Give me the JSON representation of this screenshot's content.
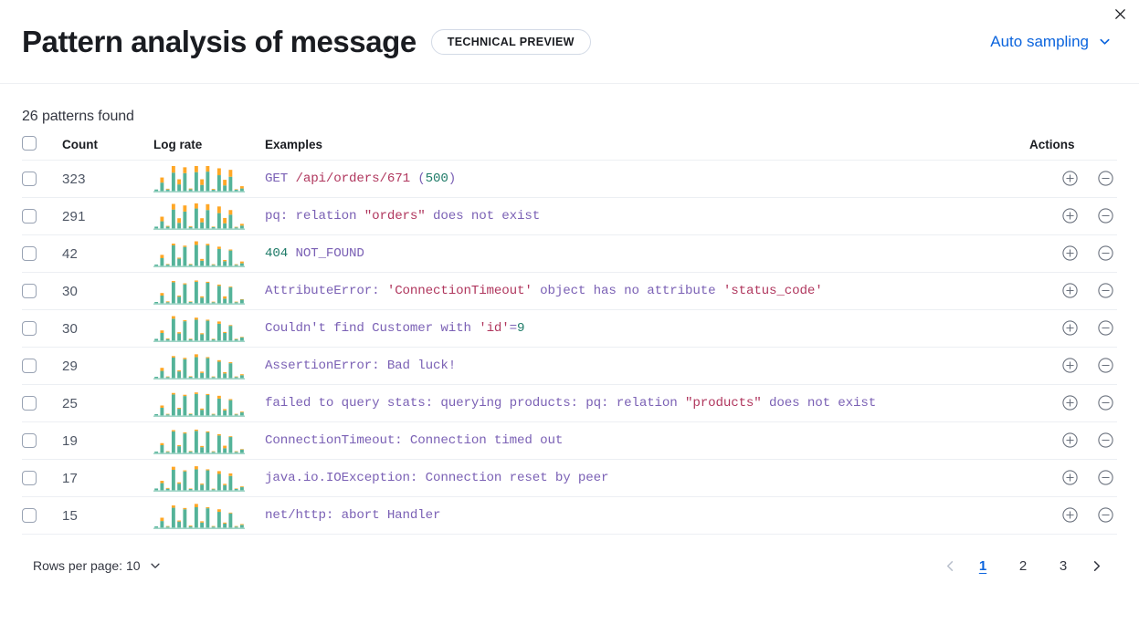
{
  "header": {
    "title": "Pattern analysis of message",
    "badge": "TECHNICAL PREVIEW",
    "sampling_label": "Auto sampling",
    "sampling_icon": "chevron-down-icon",
    "close_icon": "close-icon"
  },
  "summary": {
    "patterns_found": "26 patterns found"
  },
  "table": {
    "columns": {
      "select": "",
      "count": "Count",
      "log_rate": "Log rate",
      "examples": "Examples",
      "actions": "Actions"
    },
    "row_action_icons": [
      "circle-plus-icon",
      "circle-minus-icon"
    ],
    "rows": [
      {
        "count": "323",
        "example_plain": "GET /api/orders/671 (500)",
        "example_tokens": [
          {
            "t": "GET ",
            "c": "d"
          },
          {
            "t": "/api/orders/671",
            "c": "s"
          },
          {
            "t": " (",
            "c": "d"
          },
          {
            "t": "500",
            "c": "n"
          },
          {
            "t": ")",
            "c": "d"
          }
        ],
        "spark": [
          {
            "teal": 0.06,
            "orange": 0.0
          },
          {
            "teal": 0.33,
            "orange": 0.2
          },
          {
            "teal": 0.06,
            "orange": 0.03
          },
          {
            "teal": 0.72,
            "orange": 0.26
          },
          {
            "teal": 0.26,
            "orange": 0.2
          },
          {
            "teal": 0.7,
            "orange": 0.23
          },
          {
            "teal": 0.07,
            "orange": 0.03
          },
          {
            "teal": 0.74,
            "orange": 0.24
          },
          {
            "teal": 0.24,
            "orange": 0.22
          },
          {
            "teal": 0.76,
            "orange": 0.22
          },
          {
            "teal": 0.05,
            "orange": 0.03
          },
          {
            "teal": 0.62,
            "orange": 0.27
          },
          {
            "teal": 0.22,
            "orange": 0.22
          },
          {
            "teal": 0.56,
            "orange": 0.27
          },
          {
            "teal": 0.05,
            "orange": 0.02
          },
          {
            "teal": 0.1,
            "orange": 0.09
          }
        ]
      },
      {
        "count": "291",
        "example_plain": "pq: relation \"orders\" does not exist",
        "example_tokens": [
          {
            "t": "pq: relation ",
            "c": "d"
          },
          {
            "t": "\"orders\"",
            "c": "s"
          },
          {
            "t": " does not exist",
            "c": "d"
          }
        ],
        "spark": [
          {
            "teal": 0.07,
            "orange": 0.0
          },
          {
            "teal": 0.28,
            "orange": 0.18
          },
          {
            "teal": 0.07,
            "orange": 0.03
          },
          {
            "teal": 0.74,
            "orange": 0.22
          },
          {
            "teal": 0.22,
            "orange": 0.18
          },
          {
            "teal": 0.66,
            "orange": 0.24
          },
          {
            "teal": 0.06,
            "orange": 0.03
          },
          {
            "teal": 0.78,
            "orange": 0.2
          },
          {
            "teal": 0.24,
            "orange": 0.16
          },
          {
            "teal": 0.72,
            "orange": 0.23
          },
          {
            "teal": 0.05,
            "orange": 0.02
          },
          {
            "teal": 0.6,
            "orange": 0.26
          },
          {
            "teal": 0.2,
            "orange": 0.21
          },
          {
            "teal": 0.54,
            "orange": 0.18
          },
          {
            "teal": 0.04,
            "orange": 0.02
          },
          {
            "teal": 0.11,
            "orange": 0.07
          }
        ]
      },
      {
        "count": "42",
        "example_plain": "404 NOT_FOUND",
        "example_tokens": [
          {
            "t": "404",
            "c": "n"
          },
          {
            "t": " NOT_FOUND",
            "c": "d"
          }
        ],
        "spark": [
          {
            "teal": 0.05,
            "orange": 0.0
          },
          {
            "teal": 0.3,
            "orange": 0.13
          },
          {
            "teal": 0.05,
            "orange": 0.02
          },
          {
            "teal": 0.8,
            "orange": 0.07
          },
          {
            "teal": 0.28,
            "orange": 0.04
          },
          {
            "teal": 0.74,
            "orange": 0.05
          },
          {
            "teal": 0.05,
            "orange": 0.02
          },
          {
            "teal": 0.82,
            "orange": 0.14
          },
          {
            "teal": 0.2,
            "orange": 0.07
          },
          {
            "teal": 0.8,
            "orange": 0.06
          },
          {
            "teal": 0.04,
            "orange": 0.02
          },
          {
            "teal": 0.66,
            "orange": 0.09
          },
          {
            "teal": 0.18,
            "orange": 0.05
          },
          {
            "teal": 0.6,
            "orange": 0.04
          },
          {
            "teal": 0.04,
            "orange": 0.02
          },
          {
            "teal": 0.1,
            "orange": 0.07
          }
        ]
      },
      {
        "count": "30",
        "example_plain": "AttributeError: 'ConnectionTimeout' object has no attribute 'status_code'",
        "example_tokens": [
          {
            "t": "AttributeError: ",
            "c": "d"
          },
          {
            "t": "'ConnectionTimeout'",
            "c": "s"
          },
          {
            "t": " object has no attribute ",
            "c": "d"
          },
          {
            "t": "'status_code'",
            "c": "s"
          }
        ],
        "spark": [
          {
            "teal": 0.05,
            "orange": 0.0
          },
          {
            "teal": 0.3,
            "orange": 0.1
          },
          {
            "teal": 0.04,
            "orange": 0.03
          },
          {
            "teal": 0.82,
            "orange": 0.05
          },
          {
            "teal": 0.26,
            "orange": 0.04
          },
          {
            "teal": 0.74,
            "orange": 0.04
          },
          {
            "teal": 0.05,
            "orange": 0.02
          },
          {
            "teal": 0.84,
            "orange": 0.05
          },
          {
            "teal": 0.22,
            "orange": 0.05
          },
          {
            "teal": 0.8,
            "orange": 0.04
          },
          {
            "teal": 0.04,
            "orange": 0.02
          },
          {
            "teal": 0.68,
            "orange": 0.05
          },
          {
            "teal": 0.18,
            "orange": 0.09
          },
          {
            "teal": 0.62,
            "orange": 0.03
          },
          {
            "teal": 0.04,
            "orange": 0.02
          },
          {
            "teal": 0.14,
            "orange": 0.02
          }
        ]
      },
      {
        "count": "30",
        "example_plain": "Couldn't find Customer with 'id'=9",
        "example_tokens": [
          {
            "t": "Couldn't find Customer with ",
            "c": "d"
          },
          {
            "t": "'id'",
            "c": "s"
          },
          {
            "t": "=",
            "c": "d"
          },
          {
            "t": "9",
            "c": "n"
          }
        ],
        "spark": [
          {
            "teal": 0.07,
            "orange": 0.0
          },
          {
            "teal": 0.3,
            "orange": 0.1
          },
          {
            "teal": 0.06,
            "orange": 0.03
          },
          {
            "teal": 0.86,
            "orange": 0.1
          },
          {
            "teal": 0.28,
            "orange": 0.05
          },
          {
            "teal": 0.76,
            "orange": 0.04
          },
          {
            "teal": 0.06,
            "orange": 0.02
          },
          {
            "teal": 0.82,
            "orange": 0.08
          },
          {
            "teal": 0.25,
            "orange": 0.04
          },
          {
            "teal": 0.78,
            "orange": 0.04
          },
          {
            "teal": 0.05,
            "orange": 0.02
          },
          {
            "teal": 0.66,
            "orange": 0.09
          },
          {
            "teal": 0.3,
            "orange": 0.04
          },
          {
            "teal": 0.58,
            "orange": 0.03
          },
          {
            "teal": 0.05,
            "orange": 0.02
          },
          {
            "teal": 0.13,
            "orange": 0.02
          }
        ]
      },
      {
        "count": "29",
        "example_plain": "AssertionError: Bad luck!",
        "example_tokens": [
          {
            "t": "AssertionError: Bad luck!",
            "c": "d"
          }
        ],
        "spark": [
          {
            "teal": 0.05,
            "orange": 0.0
          },
          {
            "teal": 0.28,
            "orange": 0.12
          },
          {
            "teal": 0.04,
            "orange": 0.02
          },
          {
            "teal": 0.8,
            "orange": 0.06
          },
          {
            "teal": 0.26,
            "orange": 0.04
          },
          {
            "teal": 0.74,
            "orange": 0.05
          },
          {
            "teal": 0.05,
            "orange": 0.02
          },
          {
            "teal": 0.82,
            "orange": 0.11
          },
          {
            "teal": 0.2,
            "orange": 0.05
          },
          {
            "teal": 0.78,
            "orange": 0.04
          },
          {
            "teal": 0.04,
            "orange": 0.02
          },
          {
            "teal": 0.64,
            "orange": 0.06
          },
          {
            "teal": 0.18,
            "orange": 0.05
          },
          {
            "teal": 0.58,
            "orange": 0.04
          },
          {
            "teal": 0.04,
            "orange": 0.02
          },
          {
            "teal": 0.11,
            "orange": 0.04
          }
        ]
      },
      {
        "count": "25",
        "example_plain": "failed to query stats: querying products: pq: relation \"products\" does not exist",
        "example_tokens": [
          {
            "t": "failed to query stats: querying products: pq: relation ",
            "c": "d"
          },
          {
            "t": "\"products\"",
            "c": "s"
          },
          {
            "t": " does not exist",
            "c": "d"
          }
        ],
        "spark": [
          {
            "teal": 0.05,
            "orange": 0.0
          },
          {
            "teal": 0.3,
            "orange": 0.09
          },
          {
            "teal": 0.04,
            "orange": 0.02
          },
          {
            "teal": 0.82,
            "orange": 0.06
          },
          {
            "teal": 0.26,
            "orange": 0.04
          },
          {
            "teal": 0.76,
            "orange": 0.05
          },
          {
            "teal": 0.05,
            "orange": 0.02
          },
          {
            "teal": 0.84,
            "orange": 0.06
          },
          {
            "teal": 0.22,
            "orange": 0.05
          },
          {
            "teal": 0.8,
            "orange": 0.04
          },
          {
            "teal": 0.04,
            "orange": 0.02
          },
          {
            "teal": 0.66,
            "orange": 0.11
          },
          {
            "teal": 0.2,
            "orange": 0.05
          },
          {
            "teal": 0.6,
            "orange": 0.04
          },
          {
            "teal": 0.04,
            "orange": 0.02
          },
          {
            "teal": 0.12,
            "orange": 0.03
          }
        ]
      },
      {
        "count": "19",
        "example_plain": "ConnectionTimeout: Connection timed out",
        "example_tokens": [
          {
            "t": "ConnectionTimeout: Connection timed out",
            "c": "d"
          }
        ],
        "spark": [
          {
            "teal": 0.05,
            "orange": 0.0
          },
          {
            "teal": 0.3,
            "orange": 0.08
          },
          {
            "teal": 0.04,
            "orange": 0.02
          },
          {
            "teal": 0.84,
            "orange": 0.05
          },
          {
            "teal": 0.26,
            "orange": 0.04
          },
          {
            "teal": 0.76,
            "orange": 0.04
          },
          {
            "teal": 0.05,
            "orange": 0.02
          },
          {
            "teal": 0.86,
            "orange": 0.05
          },
          {
            "teal": 0.22,
            "orange": 0.05
          },
          {
            "teal": 0.8,
            "orange": 0.04
          },
          {
            "teal": 0.04,
            "orange": 0.02
          },
          {
            "teal": 0.68,
            "orange": 0.05
          },
          {
            "teal": 0.18,
            "orange": 0.1
          },
          {
            "teal": 0.62,
            "orange": 0.03
          },
          {
            "teal": 0.04,
            "orange": 0.02
          },
          {
            "teal": 0.13,
            "orange": 0.02
          }
        ]
      },
      {
        "count": "17",
        "example_plain": "java.io.IOException: Connection reset by peer",
        "example_tokens": [
          {
            "t": "java.io.IOException: Connection reset by peer",
            "c": "d"
          }
        ],
        "spark": [
          {
            "teal": 0.07,
            "orange": 0.0
          },
          {
            "teal": 0.28,
            "orange": 0.09
          },
          {
            "teal": 0.06,
            "orange": 0.03
          },
          {
            "teal": 0.8,
            "orange": 0.12
          },
          {
            "teal": 0.26,
            "orange": 0.05
          },
          {
            "teal": 0.74,
            "orange": 0.04
          },
          {
            "teal": 0.05,
            "orange": 0.02
          },
          {
            "teal": 0.82,
            "orange": 0.12
          },
          {
            "teal": 0.22,
            "orange": 0.04
          },
          {
            "teal": 0.78,
            "orange": 0.04
          },
          {
            "teal": 0.04,
            "orange": 0.02
          },
          {
            "teal": 0.64,
            "orange": 0.11
          },
          {
            "teal": 0.2,
            "orange": 0.05
          },
          {
            "teal": 0.56,
            "orange": 0.1
          },
          {
            "teal": 0.05,
            "orange": 0.02
          },
          {
            "teal": 0.12,
            "orange": 0.03
          }
        ]
      },
      {
        "count": "15",
        "example_plain": "net/http: abort Handler",
        "example_tokens": [
          {
            "t": "net/http: abort Handler",
            "c": "d"
          }
        ],
        "spark": [
          {
            "teal": 0.05,
            "orange": 0.0
          },
          {
            "teal": 0.26,
            "orange": 0.13
          },
          {
            "teal": 0.04,
            "orange": 0.02
          },
          {
            "teal": 0.78,
            "orange": 0.09
          },
          {
            "teal": 0.24,
            "orange": 0.04
          },
          {
            "teal": 0.72,
            "orange": 0.05
          },
          {
            "teal": 0.05,
            "orange": 0.03
          },
          {
            "teal": 0.8,
            "orange": 0.13
          },
          {
            "teal": 0.2,
            "orange": 0.05
          },
          {
            "teal": 0.76,
            "orange": 0.04
          },
          {
            "teal": 0.04,
            "orange": 0.02
          },
          {
            "teal": 0.62,
            "orange": 0.1
          },
          {
            "teal": 0.16,
            "orange": 0.04
          },
          {
            "teal": 0.56,
            "orange": 0.03
          },
          {
            "teal": 0.04,
            "orange": 0.02
          },
          {
            "teal": 0.11,
            "orange": 0.03
          }
        ]
      }
    ]
  },
  "footer": {
    "rows_per_page_label": "Rows per page: 10",
    "rows_per_page_icon": "chevron-down-icon",
    "prev_icon": "chevron-left-icon",
    "next_icon": "chevron-right-icon",
    "pages": [
      "1",
      "2",
      "3"
    ],
    "active_page": "1"
  },
  "colors": {
    "accent_blue": "#0b64dd",
    "spark_teal": "#54b399",
    "spark_orange": "#ffa726",
    "token_default": "#7b61b5",
    "token_string": "#b0375e",
    "token_number": "#207c69"
  }
}
